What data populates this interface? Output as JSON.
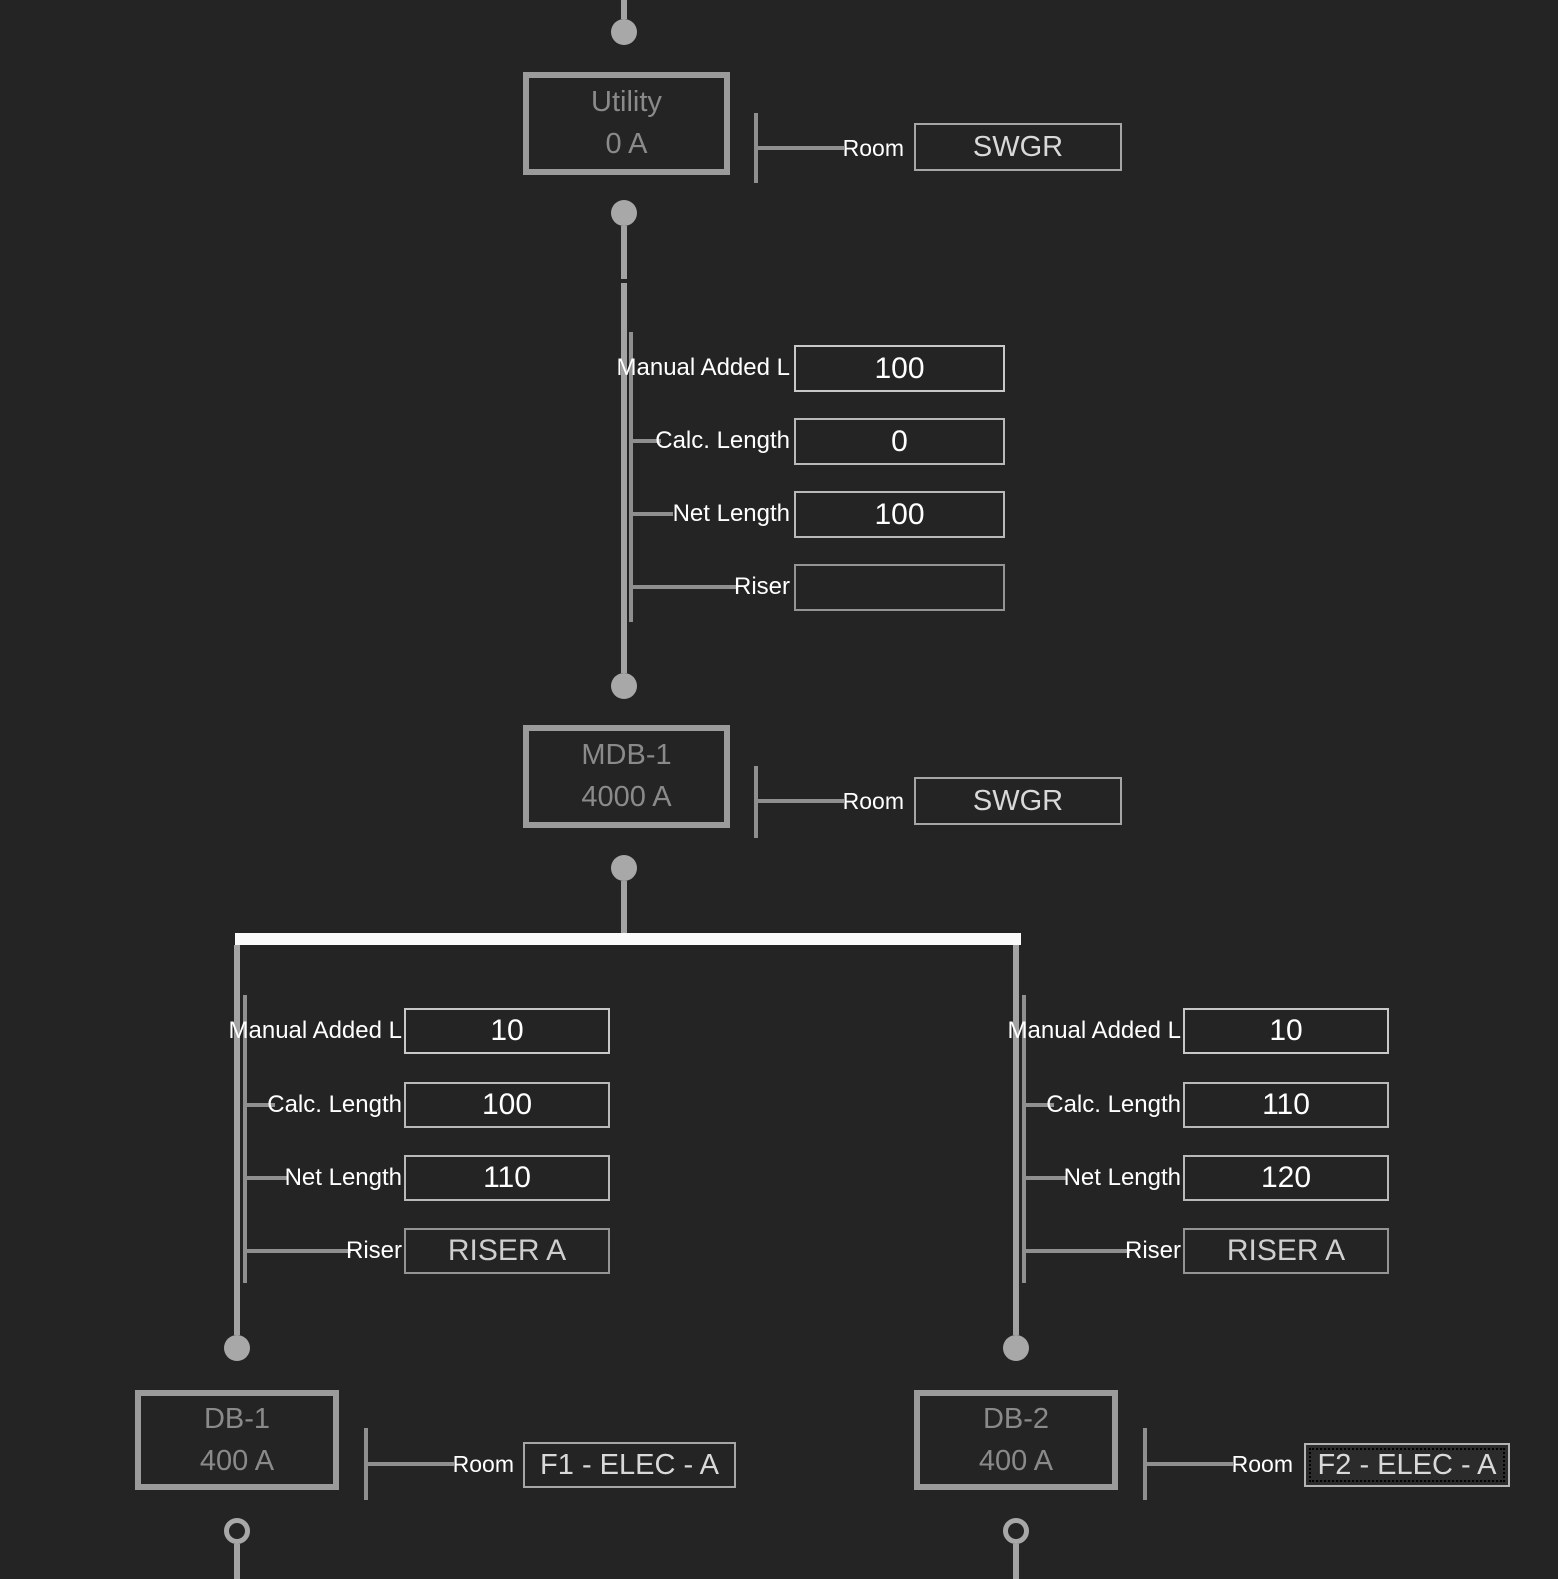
{
  "labels": {
    "room": "Room",
    "manual": "Manual Added L",
    "calc": "Calc. Length",
    "net": "Net Length",
    "riser": "Riser"
  },
  "nodes": {
    "utility": {
      "name": "Utility",
      "rating": "0 A",
      "room": "SWGR"
    },
    "mdb1": {
      "name": "MDB-1",
      "rating": "4000 A",
      "room": "SWGR"
    },
    "db1": {
      "name": "DB-1",
      "rating": "400 A",
      "room": "F1 - ELEC - A"
    },
    "db2": {
      "name": "DB-2",
      "rating": "400 A",
      "room": "F2 - ELEC - A"
    }
  },
  "feeders": {
    "utility_to_mdb1": {
      "manual_added_length": "100",
      "calc_length": "0",
      "net_length": "100",
      "riser": ""
    },
    "mdb1_to_db1": {
      "manual_added_length": "10",
      "calc_length": "100",
      "net_length": "110",
      "riser": "RISER A"
    },
    "mdb1_to_db2": {
      "manual_added_length": "10",
      "calc_length": "110",
      "net_length": "120",
      "riser": "RISER A"
    }
  },
  "colors": {
    "background": "#242424",
    "connector_line": "#a3a3a3",
    "busbar": "#fbfbfb",
    "equipment_border": "#9b9b9b",
    "equipment_text": "#8a8a8a",
    "label_text": "#ffffff",
    "value_text": "#ffffff",
    "room_value_text": "#d9d9d9"
  }
}
